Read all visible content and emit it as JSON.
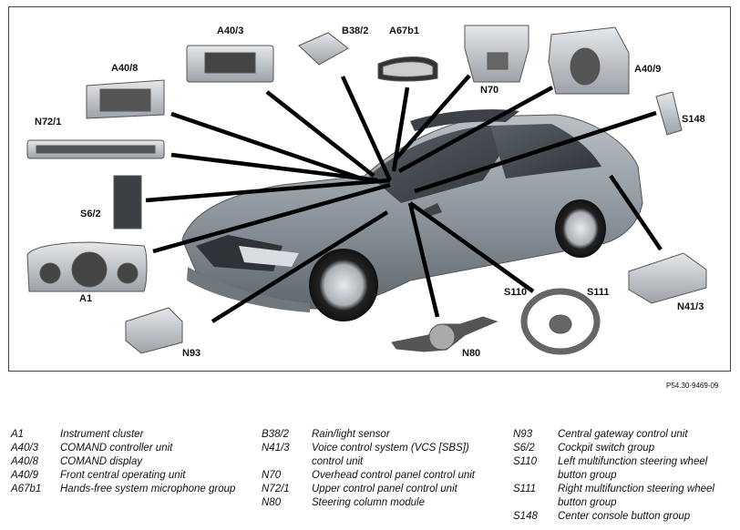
{
  "callouts": {
    "a40_3": "A40/3",
    "b38_2": "B38/2",
    "a67b1": "A67b1",
    "a40_8": "A40/8",
    "n70": "N70",
    "a40_9": "A40/9",
    "n72_1": "N72/1",
    "s148": "S148",
    "s6_2": "S6/2",
    "a1": "A1",
    "n41_3": "N41/3",
    "s110": "S110",
    "s111": "S111",
    "n93": "N93",
    "n80": "N80"
  },
  "reference": "P54.30-9469-09",
  "legend": {
    "col1": [
      {
        "code": "A1",
        "desc": "Instrument cluster"
      },
      {
        "code": "A40/3",
        "desc": "COMAND controller unit"
      },
      {
        "code": "A40/8",
        "desc": "COMAND display"
      },
      {
        "code": "A40/9",
        "desc": "Front central operating unit"
      },
      {
        "code": "A67b1",
        "desc": "Hands-free system microphone group"
      }
    ],
    "col2": [
      {
        "code": "B38/2",
        "desc": "Rain/light sensor"
      },
      {
        "code": "N41/3",
        "desc": "Voice control system (VCS [SBS]) control unit"
      },
      {
        "code": "N70",
        "desc": "Overhead control panel control unit"
      },
      {
        "code": "N72/1",
        "desc": "Upper control panel control unit"
      },
      {
        "code": "N80",
        "desc": "Steering column module"
      }
    ],
    "col3": [
      {
        "code": "N93",
        "desc": "Central gateway control unit"
      },
      {
        "code": "S6/2",
        "desc": "Cockpit switch group"
      },
      {
        "code": "S110",
        "desc": "Left multifunction steering wheel button group"
      },
      {
        "code": "S111",
        "desc": "Right multifunction steering wheel button group"
      },
      {
        "code": "S148",
        "desc": "Center console button group"
      }
    ]
  }
}
